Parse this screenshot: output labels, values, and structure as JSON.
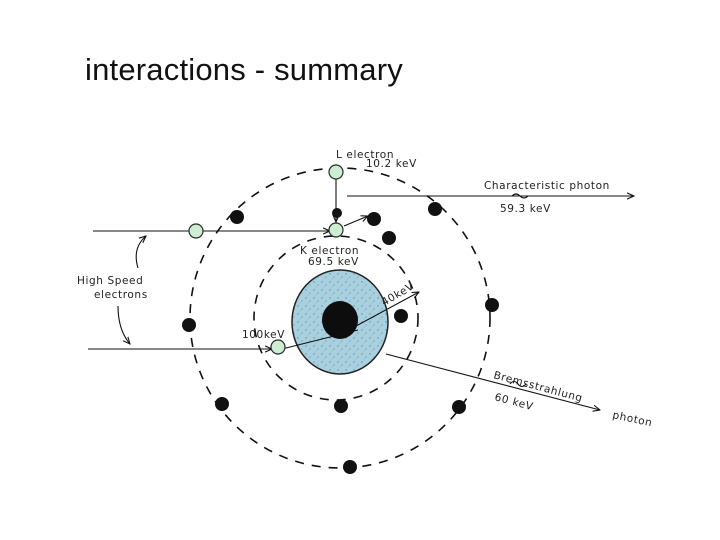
{
  "slide": {
    "title": "interactions - summary"
  },
  "diagram": {
    "labels": {
      "l_electron_name": "L electron",
      "l_electron_energy": "10.2 keV",
      "characteristic_photon": "Characteristic  photon",
      "characteristic_energy": "59.3 keV",
      "k_electron_name": "K electron",
      "k_electron_energy": "69.5 keV",
      "high_speed": "High   Speed",
      "electrons": "electrons",
      "incoming_energy": "100keV",
      "scattered_energy": "40keV",
      "bremsstrahlung": "Bremsstrahlung",
      "bremsstrahlung_energy": "60 keV",
      "photon": "photon"
    },
    "colors": {
      "nucleus_fill": "#a9d0df",
      "nucleus_core": "#0d0d0d",
      "light_electron": "#cdeed3",
      "dark_electron": "#111111",
      "line": "#111111"
    }
  }
}
